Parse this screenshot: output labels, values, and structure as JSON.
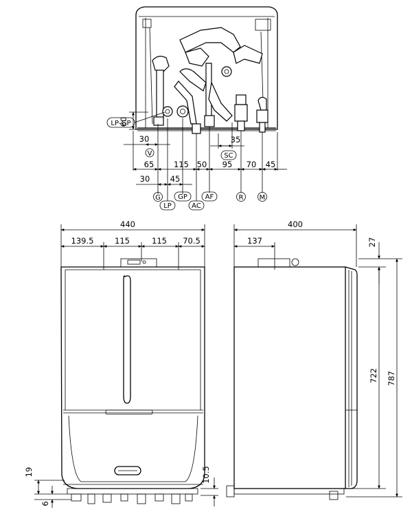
{
  "top_view": {
    "side_label_lpgp": "LP-GP",
    "side_dim_60": "60",
    "row1_30": "30",
    "row1_35": "35",
    "row2": {
      "d65": "65",
      "d115": "115",
      "d50": "50",
      "d95": "95",
      "d70": "70",
      "d45": "45"
    },
    "row3": {
      "d30": "30",
      "d45": "45"
    },
    "markers": {
      "V": "V",
      "SC": "SC",
      "G": "G",
      "LP": "LP",
      "GP": "GP",
      "AC": "AC",
      "AF": "AF",
      "R": "R",
      "M": "M"
    }
  },
  "front_view": {
    "overall_width": "440",
    "d139_5": "139.5",
    "d115_a": "115",
    "d115_b": "115",
    "d70_5": "70.5",
    "d19": "19",
    "d6": "6",
    "d10_5": "10.5"
  },
  "side_view": {
    "overall_depth": "400",
    "d137": "137",
    "d27": "27",
    "d722": "722",
    "d787": "787"
  }
}
